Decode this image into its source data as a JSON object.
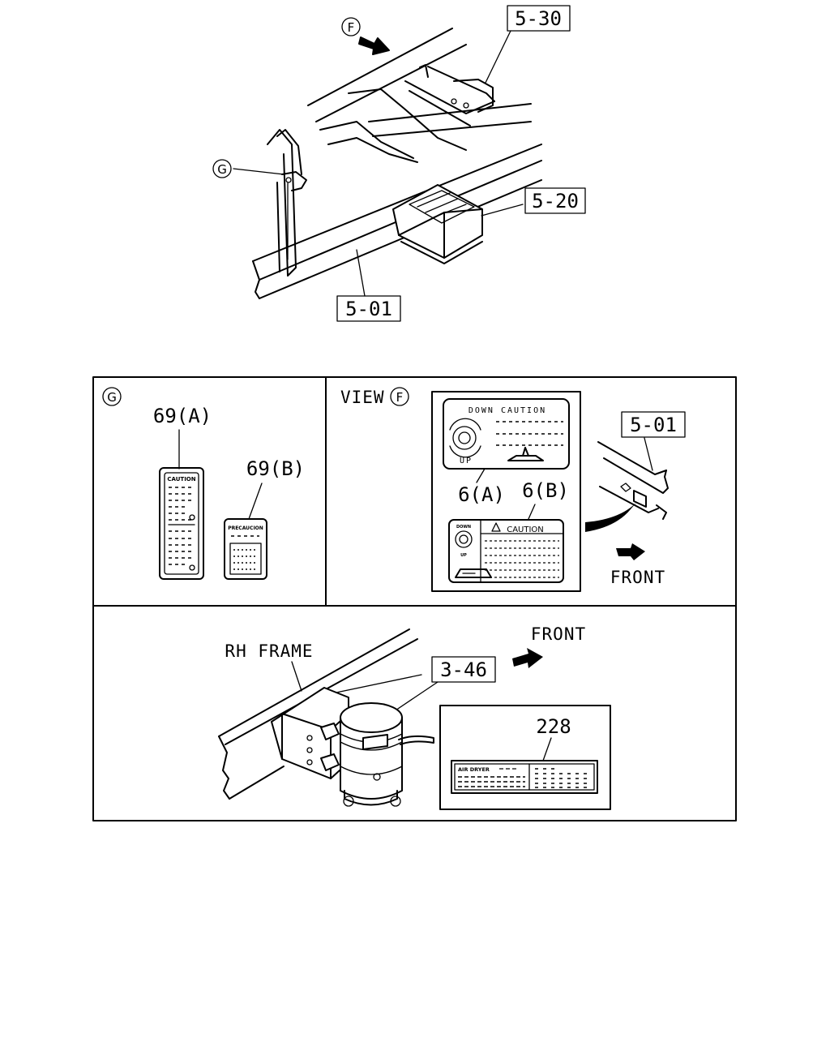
{
  "top_view": {
    "callout_view_f": "F",
    "callout_g": "G",
    "ref_530": "5-30",
    "ref_520": "5-20",
    "ref_501": "5-01"
  },
  "panel_g": {
    "title_letter": "G",
    "label_69a": "69(A)",
    "label_69b": "69(B)",
    "decal_a_heading": "CAUTION",
    "decal_b_heading": "PRECAUCION"
  },
  "panel_view_f": {
    "title_text": "VIEW",
    "title_letter": "F",
    "decal_6a_heading": "DOWN CAUTION",
    "decal_6a_up": "UP",
    "decal_6b_heading": "CAUTION",
    "decal_6b_down": "DOWN",
    "decal_6b_up": "UP",
    "label_6a": "6(A)",
    "label_6b": "6(B)",
    "ref_501": "5-01",
    "front_label": "FRONT"
  },
  "panel_air_dryer": {
    "rh_frame_label": "RH FRAME",
    "front_label": "FRONT",
    "ref_346": "3-46",
    "label_228": "228",
    "decal_heading": "AIR DRYER"
  }
}
